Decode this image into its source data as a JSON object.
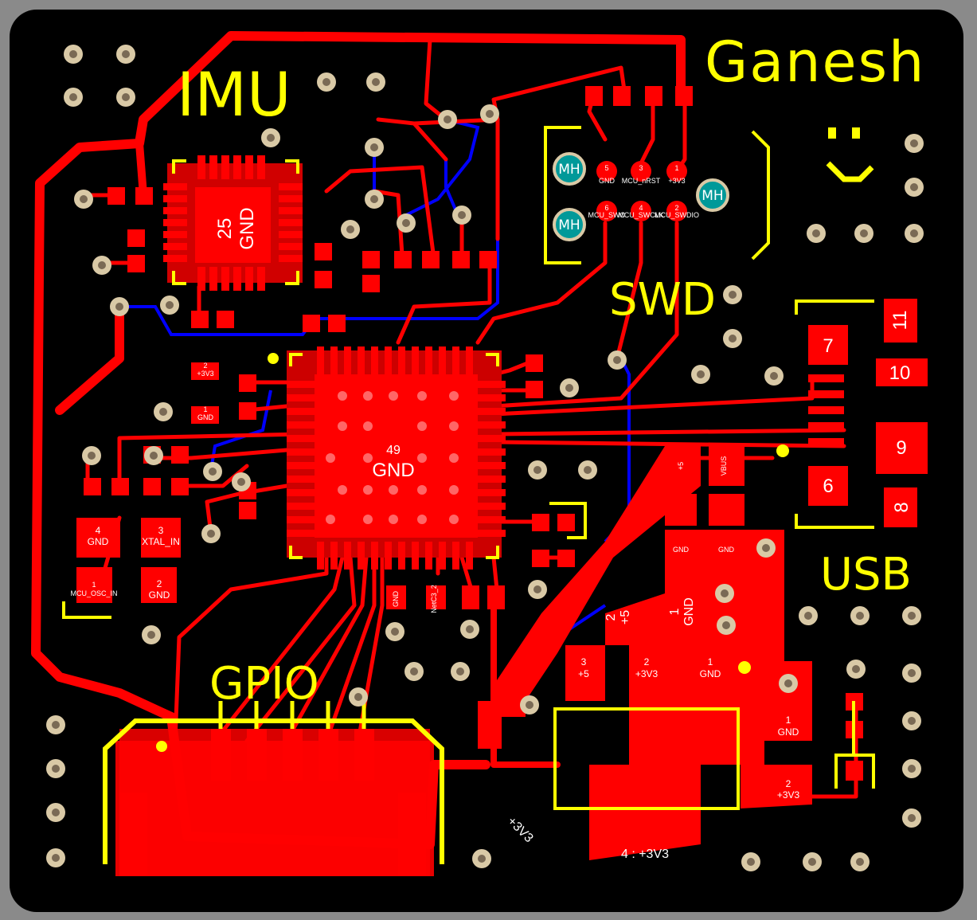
{
  "board": {
    "title": "Ganesh",
    "colors": {
      "background": "#000000",
      "frame": "#8a8a8a",
      "copper_top": "#ff0000",
      "copper_bottom": "#0000ff",
      "silkscreen": "#ffff00",
      "via_ring": "#d9c9a6",
      "mounting_hole": "#009999"
    }
  },
  "sections": {
    "imu": "IMU",
    "swd": "SWD",
    "usb": "USB",
    "gpio": "GPIO"
  },
  "imu_chip": {
    "center_label": "25\nGND",
    "label_num": "25",
    "label_net": "GND"
  },
  "mcu_chip": {
    "center_num": "49",
    "center_net": "GND"
  },
  "swd_connector": {
    "mounting_label": "MH",
    "pins": [
      {
        "num": "5",
        "net": "GND"
      },
      {
        "num": "3",
        "net": "MCU_nRST"
      },
      {
        "num": "1",
        "net": "+3V3"
      },
      {
        "num": "6",
        "net": "MCU_SWO"
      },
      {
        "num": "4",
        "net": "MCU_SWCLK"
      },
      {
        "num": "2",
        "net": "MCU_SWDIO"
      }
    ]
  },
  "usb_connector": {
    "pins": [
      "11",
      "7",
      "10",
      "9",
      "6",
      "8"
    ]
  },
  "crystal": {
    "pins": [
      {
        "num": "4",
        "net": "GND"
      },
      {
        "num": "3",
        "net": "XTAL_IN"
      },
      {
        "num": "1",
        "net": "MCU_OSC_IN"
      },
      {
        "num": "2",
        "net": "GND"
      }
    ]
  },
  "small_labels": {
    "cap_a_top": "2",
    "cap_a_net": "+3V3",
    "cap_b_top": "1",
    "cap_b_net": "GND",
    "cap_c_net": "GND",
    "cap_d_net": "NetC3_2",
    "usb_sig_1": "+5",
    "usb_sig_2": "VBUS"
  },
  "regulator": {
    "pin_gnd_top_a": "GND",
    "pin_gnd_top_b": "GND",
    "pin2": "2\n+5",
    "pin2_num": "2",
    "pin2_net": "+5",
    "pin1": "1\nGND",
    "pin1_num": "1",
    "pin1_net": "GND",
    "pin3_num": "3",
    "pin3_net": "+5",
    "pin2b_num": "2",
    "pin2b_net": "+3V3",
    "pin1b_num": "1",
    "pin1b_net": "GND",
    "pin1c_num": "1",
    "pin1c_net": "GND",
    "pin2c_num": "2",
    "pin2c_net": "+3V3",
    "tab_label": "4 : +3V3",
    "trace_label": "+3V3"
  }
}
